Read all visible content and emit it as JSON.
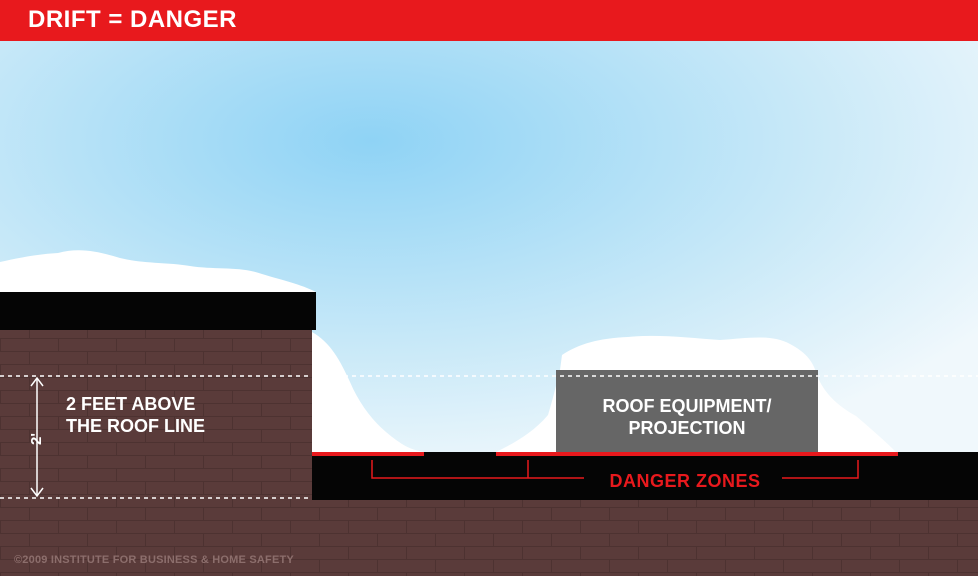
{
  "banner": {
    "title": "DRIFT = DANGER",
    "color": "#e8191d"
  },
  "labels": {
    "height_line1": "2 FEET ABOVE",
    "height_line2": "THE ROOF LINE",
    "height_dimension": "2'",
    "equipment_line1": "ROOF EQUIPMENT/",
    "equipment_line2": "PROJECTION",
    "danger_zones": "DANGER ZONES"
  },
  "copyright": "©2009 INSTITUTE FOR BUSINESS & HOME SAFETY",
  "colors": {
    "sky_center": "#8fd3f5",
    "sky_edge": "#e6f4fb",
    "brick": "#5a3b3a",
    "roof": "#050505",
    "snow": "#ffffff",
    "equipment": "#666666",
    "danger": "#e8191d"
  }
}
